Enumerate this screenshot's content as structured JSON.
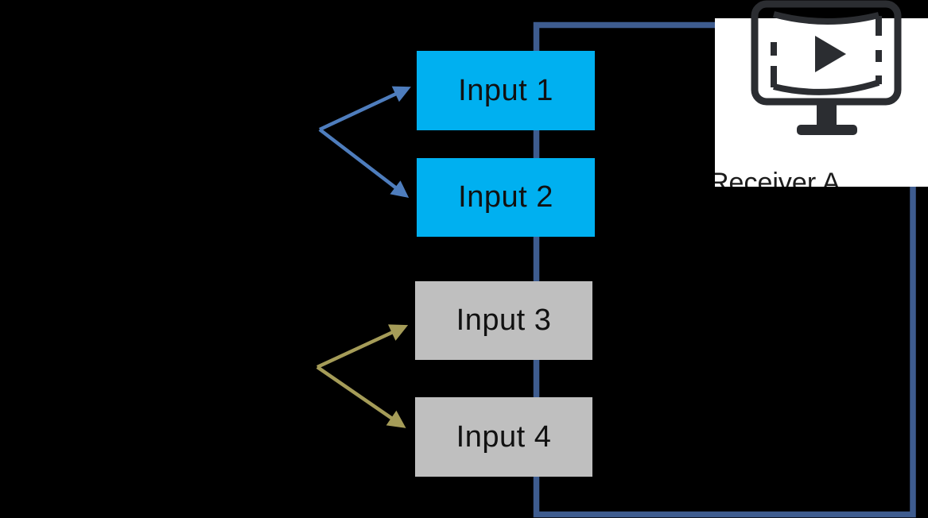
{
  "canvas": {
    "background": "#000000"
  },
  "inputs": [
    {
      "label": "Input 1",
      "fill": "#00B0F0"
    },
    {
      "label": "Input 2",
      "fill": "#00B0F0"
    },
    {
      "label": "Input 3",
      "fill": "#BFBFBF"
    },
    {
      "label": "Input 4",
      "fill": "#BFBFBF"
    }
  ],
  "receiver": {
    "label": "Receiver A",
    "icon": "video-monitor-icon",
    "card_color": "#FFFFFF",
    "icon_color": "#2B2D31"
  },
  "connectors": {
    "loop_color": "#3E5C8F",
    "blue_fork": {
      "color": "#4E7DBD",
      "targets": [
        "Input 1",
        "Input 2"
      ]
    },
    "olive_fork": {
      "color": "#A59C58",
      "targets": [
        "Input 3",
        "Input 4"
      ]
    }
  }
}
